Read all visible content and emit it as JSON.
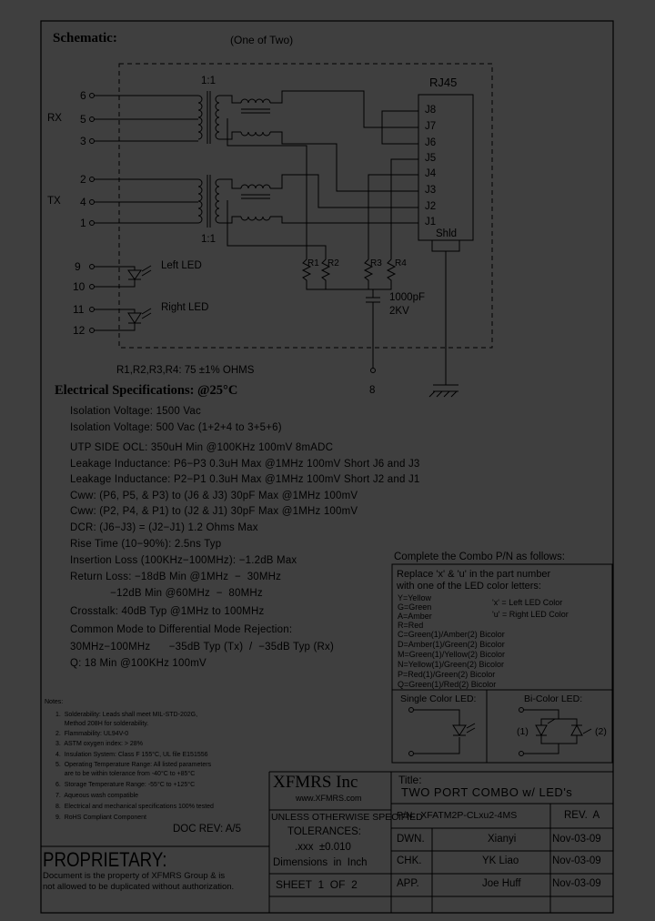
{
  "schematic": {
    "title": "Schematic:",
    "subtitle": "(One of Two)",
    "rx_label": "RX",
    "tx_label": "TX",
    "ratio_top": "1:1",
    "ratio_bottom": "1:1",
    "rx_pins": [
      "6",
      "5",
      "3"
    ],
    "tx_pins": [
      "2",
      "4",
      "1"
    ],
    "led_pins": [
      "9",
      "10",
      "11",
      "12"
    ],
    "left_led": "Left LED",
    "right_led": "Right LED",
    "rj45": "RJ45",
    "jacks": [
      "J8",
      "J7",
      "J6",
      "J5",
      "J4",
      "J3",
      "J2",
      "J1"
    ],
    "shld": "Shld",
    "resistors": [
      "R1",
      "R2",
      "R3",
      "R4"
    ],
    "cap_value": "1000pF",
    "cap_voltage": "2KV",
    "res_note": "R1,R2,R3,R4:  75  ±1%  OHMS",
    "pin8": "8"
  },
  "electrical": {
    "title": "Electrical   Specifications: @25°C",
    "lines": [
      "Isolation Voltage:  1500 Vac",
      "Isolation Voltage:  500 Vac  (1+2+4  to  3+5+6)",
      "UTP SIDE OCL: 350uH Min @100KHz 100mV 8mADC",
      "Leakage Inductance:    P6−P3 0.3uH Max @1MHz 100mV Short J6 and J3",
      "Leakage Inductance:    P2−P1 0.3uH Max @1MHz 100mV Short J2 and J1",
      "Cww:   (P6, P5, & P3)  to  (J6 & J3) 30pF Max @1MHz 100mV",
      "Cww:   (P2, P4, & P1)  to  (J2 & J1) 30pF Max @1MHz 100mV",
      "DCR:   (J6−J3) = (J2−J1) 1.2 Ohms Max",
      "Rise Time (10−90%): 2.5ns Typ",
      "Insertion Loss (100KHz−100MHz): −1.2dB Max",
      "Return Loss: −18dB Min @1MHz  −  30MHz",
      "             −12dB Min @60MHz  −  80MHz",
      "Crosstalk: 40dB Typ @1MHz to 100MHz",
      "Common Mode to Differential Mode Rejection:",
      "30MHz−100MHz      −35dB Typ (Tx)  /  −35dB Typ (Rx)",
      "Q: 18 Min @100KHz 100mV"
    ]
  },
  "combo": {
    "heading": "Complete the Combo P/N as follows:",
    "replace1": "Replace 'x' & 'u' in the part number",
    "replace2": "with one of the LED color letters:",
    "colors": [
      "Y=Yellow",
      "G=Green",
      "A=Amber",
      "R=Red",
      "C=Green(1)/Amber(2)  Bicolor",
      "D=Amber(1)/Green(2)  Bicolor",
      "M=Green(1)/Yellow(2)  Bicolor",
      "N=Yellow(1)/Green(2)  Bicolor",
      "P=Red(1)/Green(2)  Bicolor",
      "Q=Green(1)/Red(2)  Bicolor"
    ],
    "x_note": "'x' = Left LED Color",
    "u_note": "'u' = Right LED Color",
    "single_led": "Single Color LED:",
    "bi_led": "Bi-Color LED:",
    "bi_1": "(1)",
    "bi_2": "(2)"
  },
  "notes": {
    "title": "Notes:",
    "items": [
      "1.  Solderability: Leads shall meet MIL-STD-202G,",
      "     Method 208H for solderability.",
      "2.  Flammability: UL94V-0",
      "3.  ASTM oxygen index: > 28%",
      "4.  Insulation System: Class F 155°C, UL file E151556",
      "5.  Operating Temperature Range: All listed parameters",
      "     are to be within tolerance from -40°C to +85°C",
      "6.  Storage Temperature Range: -55°C to +125°C",
      "7.  Aqueous wash compatible",
      "8.  Electrical and mechanical specifications 100% tested",
      "9.  RoHS Compliant Component"
    ]
  },
  "title_block": {
    "doc_rev": "DOC REV: A/5",
    "proprietary": "PROPRIETARY:",
    "prop_line1": "Document is the property of XFMRS Group & is",
    "prop_line2": "not allowed to be duplicated without authorization.",
    "company": "XFMRS Inc",
    "website": "www.XFMRS.com",
    "title_label": "Title:",
    "title": "TWO PORT COMBO w/ LED's",
    "tol1": "UNLESS OTHERWISE SPECIFIED",
    "tol2": "TOLERANCES:",
    "tol3": ".xxx  ±0.010",
    "tol4": "Dimensions  in  Inch",
    "sheet": "SHEET  1  OF  2",
    "pn": "P/N:  XFATM2P-CLxu2-4MS",
    "rev": "REV.  A",
    "dwn_label": "DWN.",
    "dwn_name": "Xianyi",
    "dwn_date": "Nov-03-09",
    "chk_label": "CHK.",
    "chk_name": "YK Liao",
    "chk_date": "Nov-03-09",
    "app_label": "APP.",
    "app_name": "Joe Huff",
    "app_date": "Nov-03-09"
  }
}
